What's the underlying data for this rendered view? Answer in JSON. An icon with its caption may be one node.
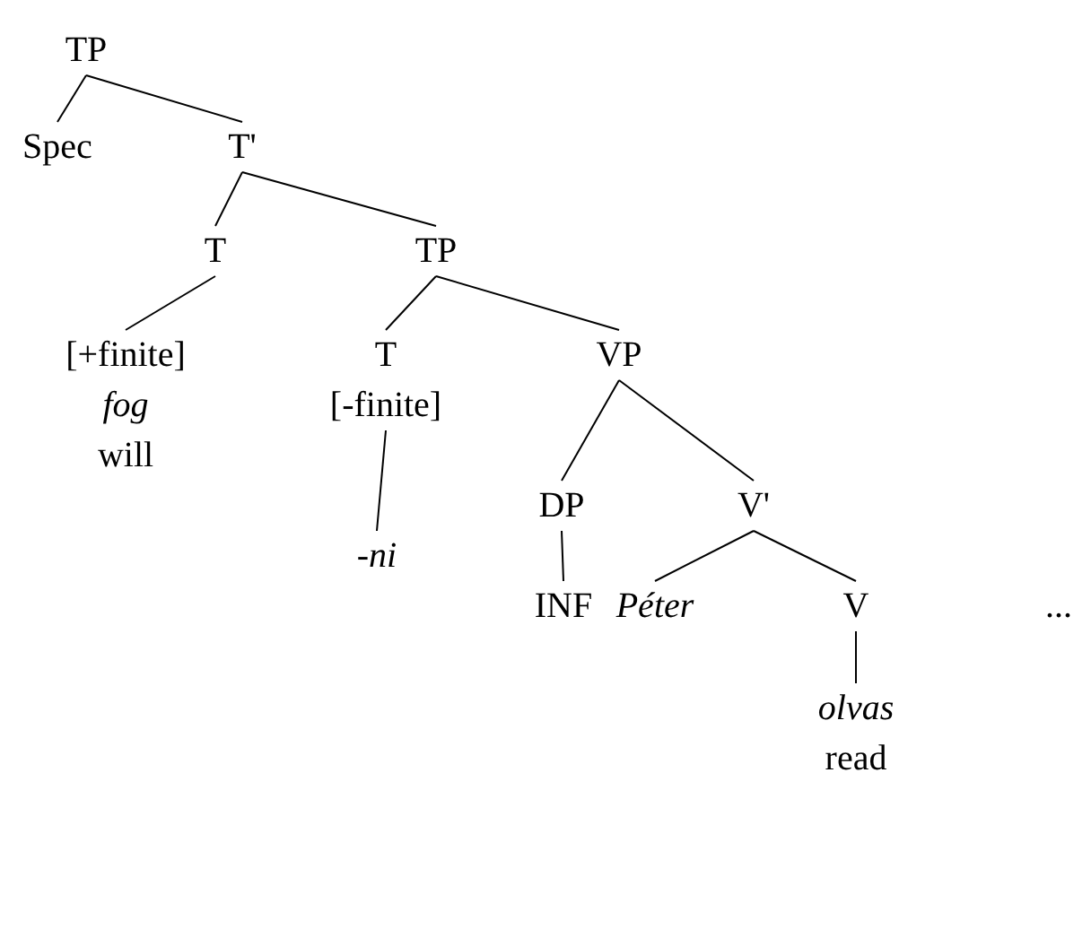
{
  "diagram": {
    "nodes": [
      {
        "text": [
          "TP"
        ]
      },
      {
        "text": [
          "Spec"
        ]
      },
      {
        "text": [
          "T'"
        ]
      },
      {
        "text": [
          "T"
        ]
      },
      {
        "text": [
          "TP"
        ]
      },
      {
        "text": [
          "[+finite]",
          "fog",
          "will"
        ]
      },
      {
        "text": [
          "T",
          "[-finite]"
        ]
      },
      {
        "text": [
          "VP"
        ]
      },
      {
        "text": [
          "-*ni*"
        ]
      },
      {
        "text": [
          "DP"
        ]
      },
      {
        "text": [
          "V'"
        ]
      },
      {
        "text": [
          "INF"
        ]
      },
      {
        "text": [
          "Péter"
        ]
      },
      {
        "text": [
          "V"
        ]
      },
      {
        "text": [
          "olvas",
          "read"
        ]
      }
    ],
    "edges": [
      {
        "from": 0,
        "to": 1,
        "arrow": "none"
      },
      {
        "from": 0,
        "to": 2,
        "arrow": "none"
      },
      {
        "from": 2,
        "to": 3,
        "arrow": "none"
      },
      {
        "from": 2,
        "to": 4,
        "arrow": "none"
      },
      {
        "from": 3,
        "to": 5,
        "arrow": "none"
      },
      {
        "from": 4,
        "to": 6,
        "arrow": "none"
      },
      {
        "from": 4,
        "to": 7,
        "arrow": "none"
      },
      {
        "from": 6,
        "to": 8,
        "arrow": "none"
      },
      {
        "from": 7,
        "to": 9,
        "arrow": "none"
      },
      {
        "from": 7,
        "to": 10,
        "arrow": "none"
      },
      {
        "from": 9,
        "to": 11,
        "arrow": "none"
      },
      {
        "from": 10,
        "to": 12,
        "arrow": "none"
      },
      {
        "from": 10,
        "to": 13,
        "arrow": "none"
      },
      {
        "from": 13,
        "to": 14,
        "arrow": "none"
      }
    ],
    "labels": [
      "..."
    ]
  }
}
